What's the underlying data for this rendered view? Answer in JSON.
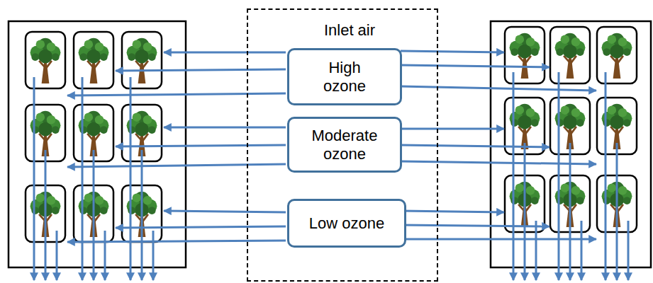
{
  "diagram": {
    "nodes": [
      {
        "text": [
          "Inlet air"
        ]
      },
      {
        "text": [
          "High ozone"
        ],
        "in": 0
      },
      {
        "text": [
          "Moderate ozone"
        ],
        "in": 0
      },
      {
        "text": [
          "Low ozone"
        ],
        "in": 0
      }
    ]
  }
}
